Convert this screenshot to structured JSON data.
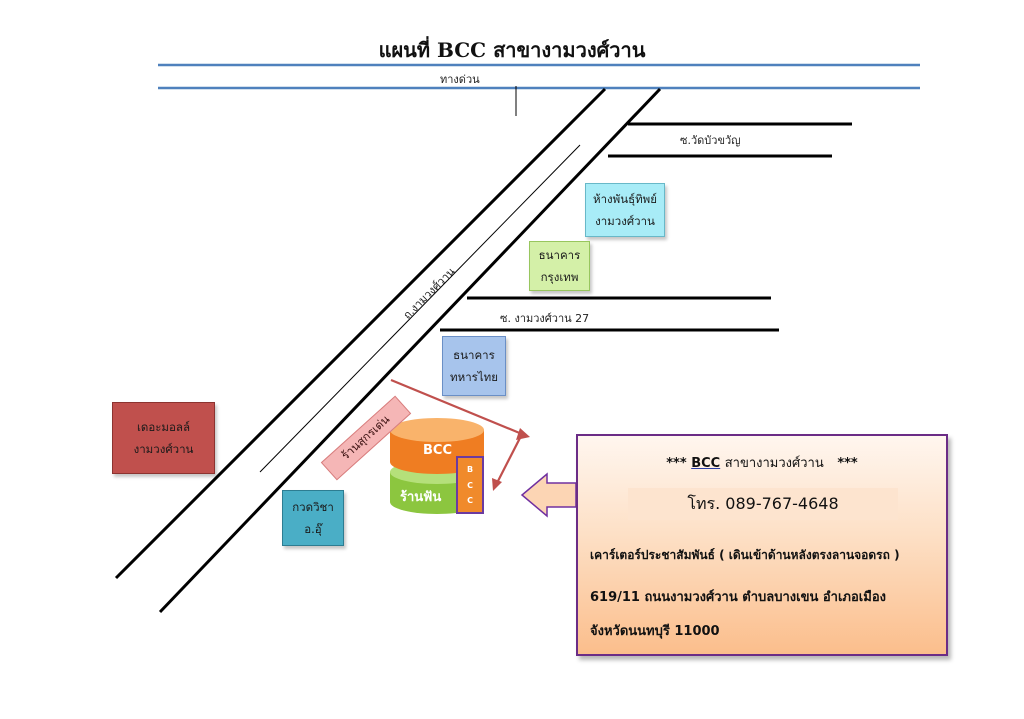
{
  "title": "แผนที่ BCC สาขางามวงศ์วาน",
  "labels": {
    "expressway": "ทางด่วน",
    "soi_wat_bua_kwan": "ซ.วัดบัวขวัญ",
    "main_road": "ถ.งามวงศ์วาน",
    "soi_27": "ซ. งามวงศ์วาน 27"
  },
  "landmarks": {
    "dept_store": {
      "line1": "ห้างพันธุ์ทิพย์",
      "line2": "งามวงศ์วาน",
      "color": "#a8ecf7"
    },
    "bangkok_bank": {
      "line1": "ธนาคาร",
      "line2": "กรุงเทพ",
      "color": "#d4f0a8"
    },
    "tmb_bank": {
      "line1": "ธนาคาร",
      "line2": "ทหารไทย",
      "color": "#a7c4ec"
    },
    "the_mall": {
      "line1": "เดอะมอลล์",
      "line2": "งามวงศ์วาน",
      "color": "#c0504d"
    },
    "tutor": {
      "line1": "กวดวิชา",
      "line2": "อ.อุ๊",
      "color": "#4aaec6"
    },
    "suki_shop": {
      "label": "ร้านสุกรเด่น",
      "color": "#f5b6b6"
    }
  },
  "building": {
    "top_label": "BCC",
    "bottom_label": "ร้านฟัน",
    "side_letters": [
      "B",
      "C",
      "C"
    ],
    "top_color": "#f08a2b",
    "bottom_color": "#9bd34a"
  },
  "info": {
    "stars": "***",
    "brand": "BCC",
    "branch": "สาขางามวงศ์วาน",
    "phone": "โทร. 089-767-4648",
    "location": "เคาร์เตอร์ประชาสัมพันธ์ ( เดินเข้าด้านหลังตรงลานจอดรถ )",
    "address_line1": "619/11 ถนนงามวงศ์วาน ตำบลบางเขน อำเภอเมือง",
    "address_line2": "จังหวัดนนทบุรี 11000"
  },
  "colors": {
    "expressway_line": "#4f81bd",
    "road": "#000000",
    "arrow": "#c0504d",
    "pointer_fill": "#fcd5b4",
    "pointer_stroke": "#7030a0"
  }
}
